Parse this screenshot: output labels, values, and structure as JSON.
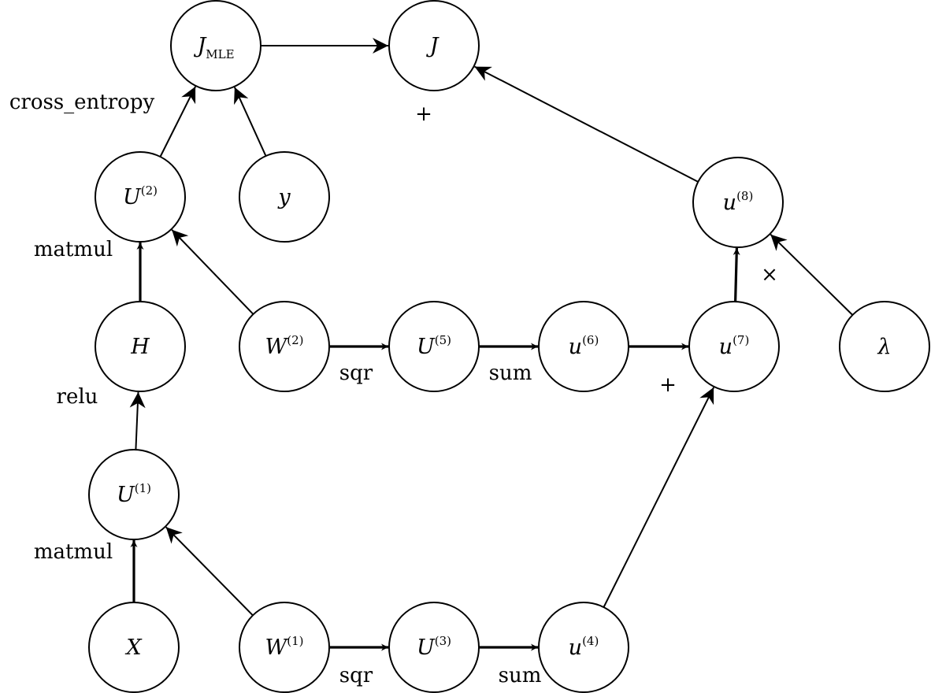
{
  "nodes": [
    {
      "id": "JMLE",
      "base": "J",
      "sub": "MLE",
      "sup": ""
    },
    {
      "id": "J",
      "base": "J",
      "sub": "",
      "sup": ""
    },
    {
      "id": "U2",
      "base": "U",
      "sub": "",
      "sup": "(2)"
    },
    {
      "id": "y",
      "base": "y",
      "sub": "",
      "sup": ""
    },
    {
      "id": "u8",
      "base": "u",
      "sub": "",
      "sup": "(8)"
    },
    {
      "id": "H",
      "base": "H",
      "sub": "",
      "sup": ""
    },
    {
      "id": "W2",
      "base": "W",
      "sub": "",
      "sup": "(2)"
    },
    {
      "id": "U5",
      "base": "U",
      "sub": "",
      "sup": "(5)"
    },
    {
      "id": "u6",
      "base": "u",
      "sub": "",
      "sup": "(6)"
    },
    {
      "id": "u7",
      "base": "u",
      "sub": "",
      "sup": "(7)"
    },
    {
      "id": "lambda",
      "base": "λ",
      "sub": "",
      "sup": ""
    },
    {
      "id": "U1",
      "base": "U",
      "sub": "",
      "sup": "(1)"
    },
    {
      "id": "X",
      "base": "X",
      "sub": "",
      "sup": ""
    },
    {
      "id": "W1",
      "base": "W",
      "sub": "",
      "sup": "(1)"
    },
    {
      "id": "U3",
      "base": "U",
      "sub": "",
      "sup": "(3)"
    },
    {
      "id": "u4",
      "base": "u",
      "sub": "",
      "sup": "(4)"
    }
  ],
  "edges": [
    {
      "from": "JMLE",
      "to": "J",
      "thick": false
    },
    {
      "from": "u8",
      "to": "J",
      "thick": false
    },
    {
      "from": "U2",
      "to": "JMLE",
      "thick": false
    },
    {
      "from": "y",
      "to": "JMLE",
      "thick": false
    },
    {
      "from": "H",
      "to": "U2",
      "thick": true
    },
    {
      "from": "W2",
      "to": "U2",
      "thick": false
    },
    {
      "from": "U1",
      "to": "H",
      "thick": false
    },
    {
      "from": "X",
      "to": "U1",
      "thick": true
    },
    {
      "from": "W1",
      "to": "U1",
      "thick": false
    },
    {
      "from": "W2",
      "to": "U5",
      "thick": true
    },
    {
      "from": "U5",
      "to": "u6",
      "thick": true
    },
    {
      "from": "u6",
      "to": "u7",
      "thick": true
    },
    {
      "from": "u7",
      "to": "u8",
      "thick": true
    },
    {
      "from": "lambda",
      "to": "u8",
      "thick": false
    },
    {
      "from": "W1",
      "to": "U3",
      "thick": true
    },
    {
      "from": "U3",
      "to": "u4",
      "thick": true
    },
    {
      "from": "u4",
      "to": "u7",
      "thick": false
    }
  ],
  "operation_labels": [
    {
      "id": "cross-entropy",
      "text": "cross_entropy"
    },
    {
      "id": "plus-j",
      "text": "+"
    },
    {
      "id": "matmul-top",
      "text": "matmul"
    },
    {
      "id": "times",
      "text": "×"
    },
    {
      "id": "relu",
      "text": "relu"
    },
    {
      "id": "sqr-top",
      "text": "sqr"
    },
    {
      "id": "sum-top",
      "text": "sum"
    },
    {
      "id": "plus-u7",
      "text": "+"
    },
    {
      "id": "matmul-bottom",
      "text": "matmul"
    },
    {
      "id": "sqr-bottom",
      "text": "sqr"
    },
    {
      "id": "sum-bottom",
      "text": "sum"
    }
  ]
}
